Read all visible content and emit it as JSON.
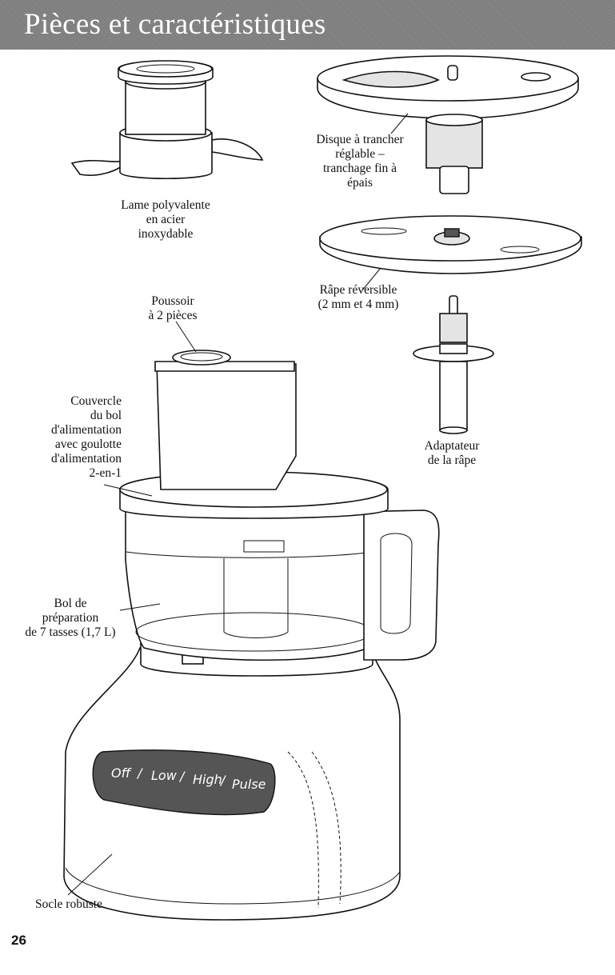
{
  "header": {
    "title": "Pièces et caractéristiques"
  },
  "labels": {
    "blade": [
      "Lame polyvalente",
      "en acier",
      "inoxydable"
    ],
    "slicing_disc": [
      "Disque à trancher",
      "réglable –",
      "tranchage fin à",
      "épais"
    ],
    "grater": [
      "Râpe réversible",
      "(2 mm et 4 mm)"
    ],
    "pusher": [
      "Poussoir",
      "à 2 pièces"
    ],
    "lid": [
      "Couvercle",
      "du bol",
      "d'alimentation",
      "avec goulotte",
      "d'alimentation",
      "2-en-1"
    ],
    "adapter": [
      "Adaptateur",
      "de la râpe"
    ],
    "bowl": [
      "Bol de",
      "préparation",
      "de 7 tasses (1,7 L)"
    ],
    "base": [
      "Socle robuste"
    ]
  },
  "controls": {
    "speeds": [
      "Off",
      "Low",
      "High",
      "Pulse"
    ]
  },
  "page_number": "26"
}
